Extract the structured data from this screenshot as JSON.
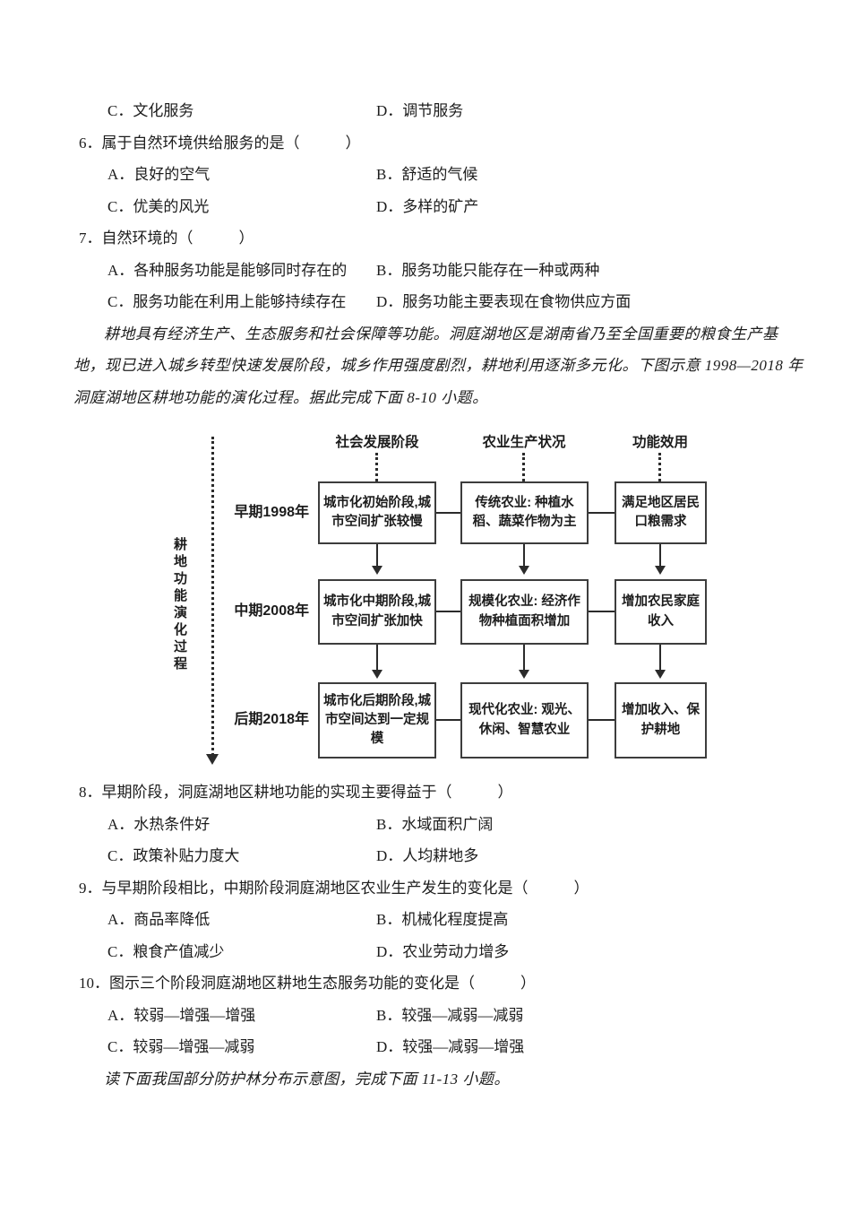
{
  "content": {
    "q5": {
      "option_c": "C．文化服务",
      "option_d": "D．调节服务"
    },
    "q6": {
      "stem": "6．属于自然环境供给服务的是（　　　）",
      "option_a": "A．良好的空气",
      "option_b": "B．舒适的气候",
      "option_c": "C．优美的风光",
      "option_d": "D．多样的矿产"
    },
    "q7": {
      "stem": "7．自然环境的（　　　）",
      "option_a": "A．各种服务功能是能够同时存在的",
      "option_b": "B．服务功能只能存在一种或两种",
      "option_c": "C．服务功能在利用上能够持续存在",
      "option_d": "D．服务功能主要表现在食物供应方面"
    },
    "passage": {
      "line1": "耕地具有经济生产、生态服务和社会保障等功能。洞庭湖地区是湖南省乃至全国重要的粮食生产基",
      "line2": "地，现已进入城乡转型快速发展阶段，城乡作用强度剧烈，耕地利用逐渐多元化。下图示意 1998—2018 年",
      "line3": "洞庭湖地区耕地功能的演化过程。据此完成下面 8-10 小题。"
    },
    "q8": {
      "stem": "8．早期阶段，洞庭湖地区耕地功能的实现主要得益于（　　　）",
      "option_a": "A．水热条件好",
      "option_b": "B．水域面积广阔",
      "option_c": "C．政策补贴力度大",
      "option_d": "D．人均耕地多"
    },
    "q9": {
      "stem": "9．与早期阶段相比，中期阶段洞庭湖地区农业生产发生的变化是（　　　）",
      "option_a": "A．商品率降低",
      "option_b": "B．机械化程度提高",
      "option_c": "C．粮食产值减少",
      "option_d": "D．农业劳动力增多"
    },
    "q10": {
      "stem": "10．图示三个阶段洞庭湖地区耕地生态服务功能的变化是（　　　）",
      "option_a": "A．较弱—增强—增强",
      "option_b": "B．较强—减弱—减弱",
      "option_c": "C．较弱—增强—减弱",
      "option_d": "D．较强—减弱—增强"
    },
    "footer_line": "读下面我国部分防护林分布示意图，完成下面 11-13 小题。"
  },
  "diagram": {
    "axis_label": "耕地功能演化过程",
    "headers": [
      "社会发展阶段",
      "农业生产状况",
      "功能效用"
    ],
    "rows": [
      {
        "label": "早期1998年",
        "cells": [
          "城市化初始阶段,城市空间扩张较慢",
          "传统农业: 种植水稻、蔬菜作物为主",
          "满足地区居民口粮需求"
        ]
      },
      {
        "label": "中期2008年",
        "cells": [
          "城市化中期阶段,城市空间扩张加快",
          "规模化农业: 经济作物种植面积增加",
          "增加农民家庭收入"
        ]
      },
      {
        "label": "后期2018年",
        "cells": [
          "城市化后期阶段,城市空间达到一定规模",
          "现代化农业: 观光、休闲、智慧农业",
          "增加收入、保护耕地"
        ]
      }
    ]
  }
}
